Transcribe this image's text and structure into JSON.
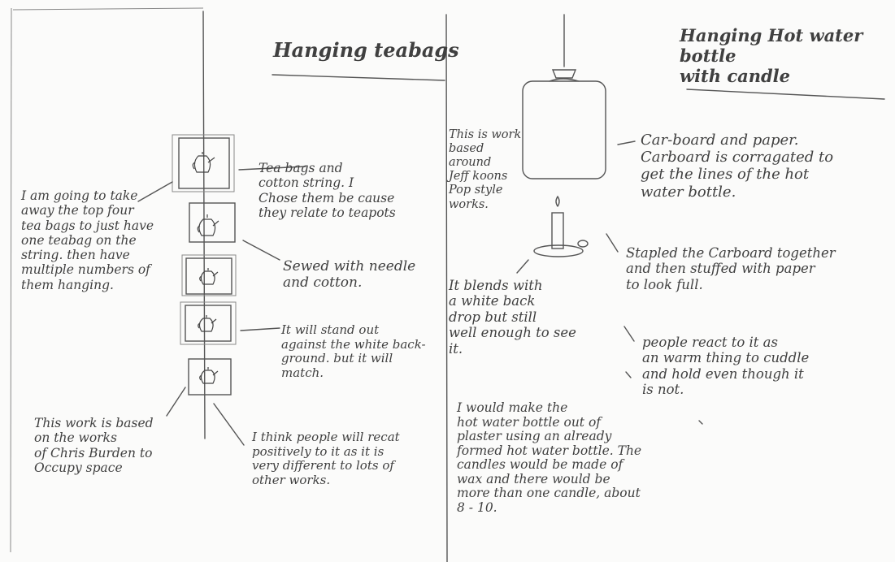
{
  "left": {
    "title": "Hanging teabags",
    "notes": {
      "teabags": "Tea bags and\ncotton string. I\nChose them be cause\nthey relate to teapots",
      "sewed": "Sewed with needle\nand cotton.",
      "standout": "It will stand out\nagainst the white back-\nground. but it will\nmatch.",
      "plan": "I am going to take\naway the top four\ntea bags to just have\none teabag on the\nstring. then have\nmultiple numbers of\nthem hanging.",
      "based": "This work is based\non the works\nof Chris Burden to\nOccupy space",
      "react": "I think people will recat\npositively to it as it is\nvery different to lots of\nother works."
    }
  },
  "right": {
    "title": "Hanging Hot water bottle\nwith candle",
    "notes": {
      "koons": "This is work\nbased\naround\nJeff koons\nPop style\nworks.",
      "cardboard": "Car-board and paper.\nCarboard is corragated to\nget the lines of the hot\nwater bottle.",
      "stapled": "Stapled the Carboard together\nand then stuffed with paper\nto look full.",
      "blends": "It blends with\na white back\ndrop but still\nwell enough to see\nit.",
      "cuddle": "people react to it as\nan warm thing to cuddle\nand hold even though it\nis not.",
      "plaster": "I would make the\nhot water bottle out of\nplaster using an already\nformed hot water bottle. The\ncandles would be made of\nwax and there would be\nmore than one candle, about\n8 - 10."
    }
  }
}
